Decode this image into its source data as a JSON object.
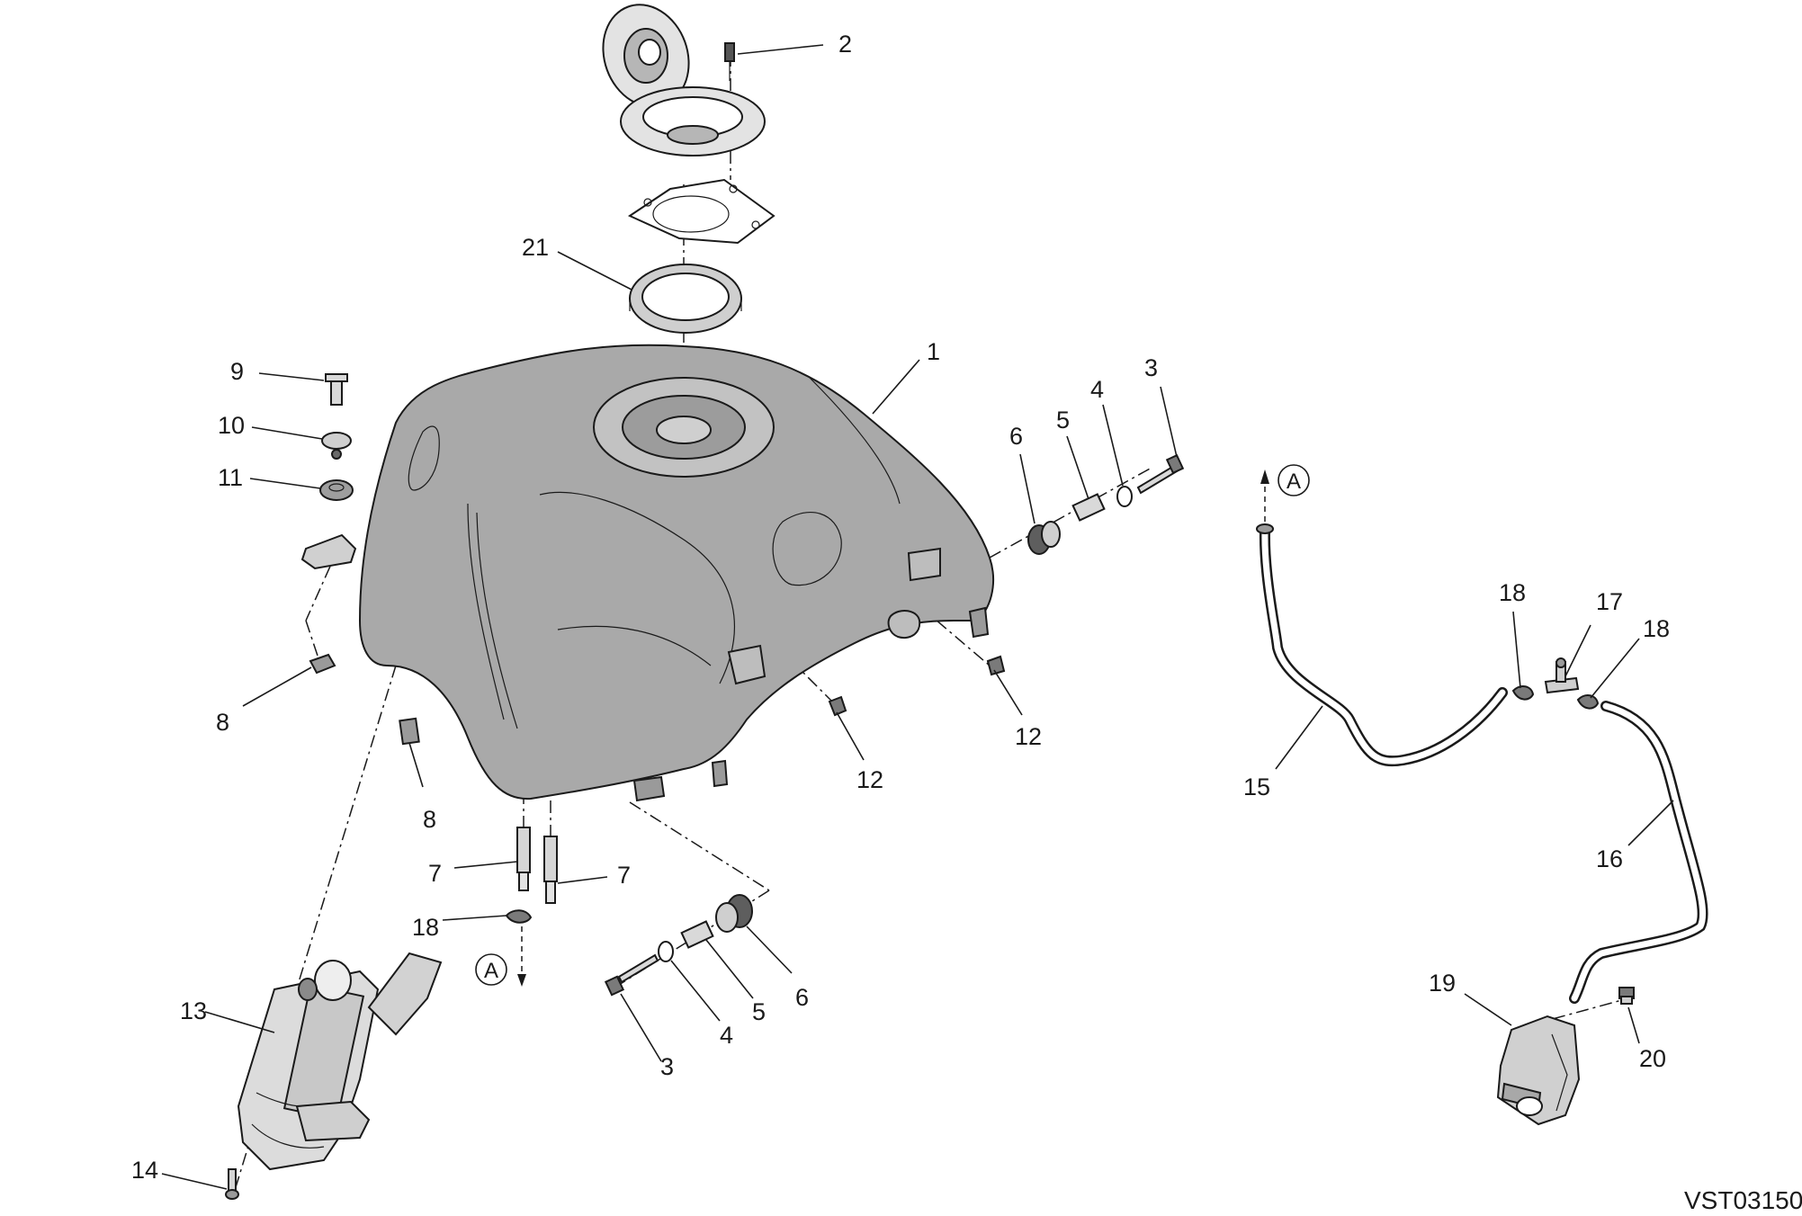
{
  "drawing_code": "VST03150",
  "callouts": {
    "c1": "1",
    "c2": "2",
    "c3a": "3",
    "c3b": "3",
    "c4a": "4",
    "c4b": "4",
    "c5a": "5",
    "c5b": "5",
    "c6a": "6",
    "c6b": "6",
    "c7a": "7",
    "c7b": "7",
    "c8a": "8",
    "c8b": "8",
    "c9": "9",
    "c10": "10",
    "c11": "11",
    "c12a": "12",
    "c12b": "12",
    "c13": "13",
    "c14": "14",
    "c15": "15",
    "c16": "16",
    "c17": "17",
    "c18a": "18",
    "c18b": "18",
    "c18c": "18",
    "c19": "19",
    "c20": "20",
    "c21": "21"
  },
  "refs": {
    "a_top": "A",
    "a_bottom": "A"
  }
}
